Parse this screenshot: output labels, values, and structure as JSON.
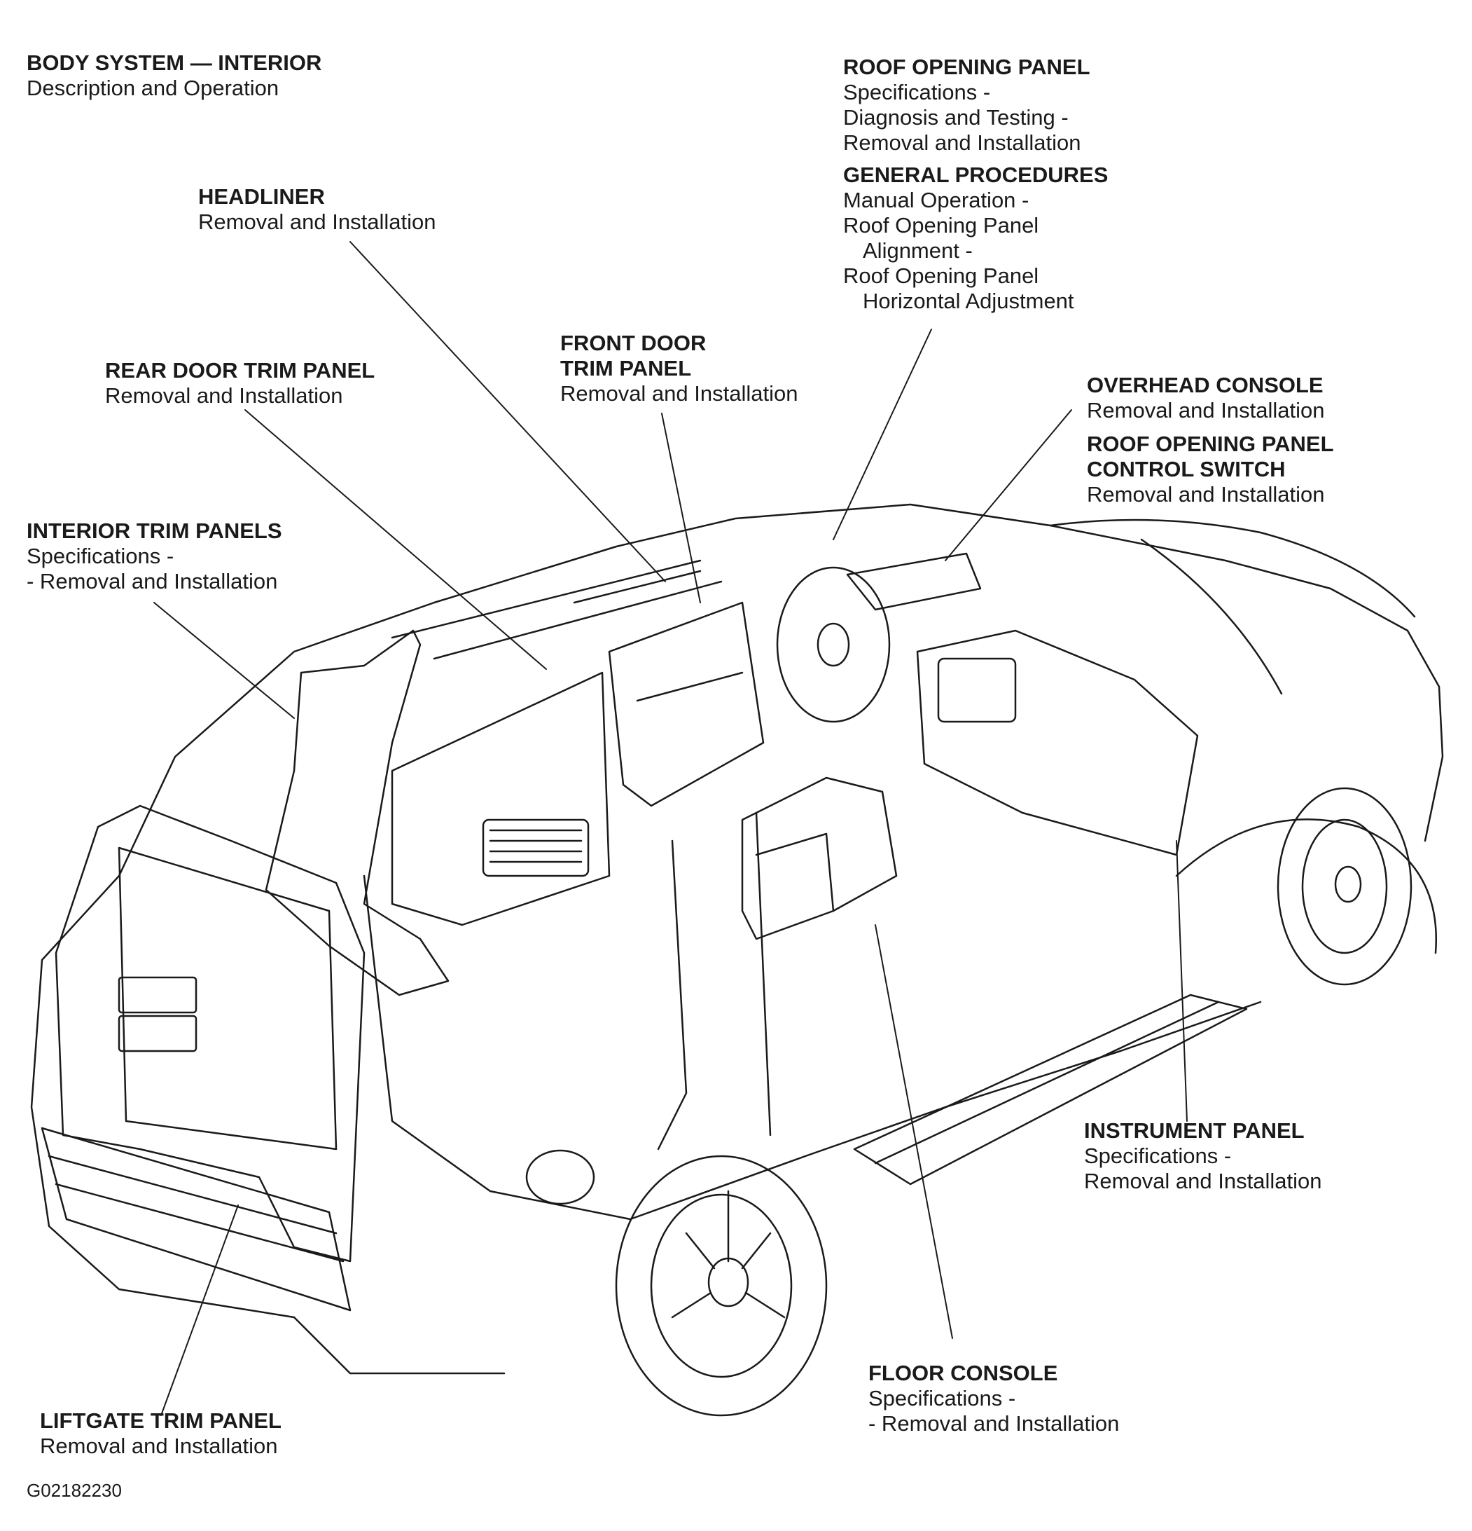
{
  "callouts": {
    "body_system": {
      "heading": "BODY SYSTEM — INTERIOR",
      "lines": [
        "Description and Operation"
      ]
    },
    "headliner": {
      "heading": "HEADLINER",
      "lines": [
        "Removal and Installation"
      ]
    },
    "rear_door": {
      "heading": "REAR DOOR TRIM PANEL",
      "lines": [
        "Removal and Installation"
      ]
    },
    "interior_trim": {
      "heading": "INTERIOR TRIM PANELS",
      "lines": [
        "Specifications -",
        "- Removal and Installation"
      ]
    },
    "front_door": {
      "heading": [
        "FRONT DOOR",
        "TRIM PANEL"
      ],
      "lines": [
        "Removal and Installation"
      ]
    },
    "roof_opening": {
      "heading": "ROOF OPENING PANEL",
      "lines": [
        "Specifications -",
        "Diagnosis and Testing -",
        "Removal and Installation"
      ]
    },
    "general_procedures": {
      "heading": "GENERAL PROCEDURES",
      "lines": [
        "Manual Operation -",
        "Roof Opening Panel",
        "Alignment -",
        "Roof Opening Panel",
        "Horizontal Adjustment"
      ]
    },
    "overhead_console": {
      "heading": "OVERHEAD CONSOLE",
      "lines": [
        "Removal and Installation"
      ]
    },
    "roof_switch": {
      "heading": [
        "ROOF OPENING PANEL",
        "CONTROL SWITCH"
      ],
      "lines": [
        "Removal and Installation"
      ]
    },
    "instrument_panel": {
      "heading": "INSTRUMENT PANEL",
      "lines": [
        "Specifications -",
        "Removal and Installation"
      ]
    },
    "floor_console": {
      "heading": "FLOOR CONSOLE",
      "lines": [
        "Specifications -",
        "- Removal and Installation"
      ]
    },
    "liftgate": {
      "heading": "LIFTGATE TRIM PANEL",
      "lines": [
        "Removal and Installation"
      ]
    }
  },
  "figure_id": "G02182230"
}
